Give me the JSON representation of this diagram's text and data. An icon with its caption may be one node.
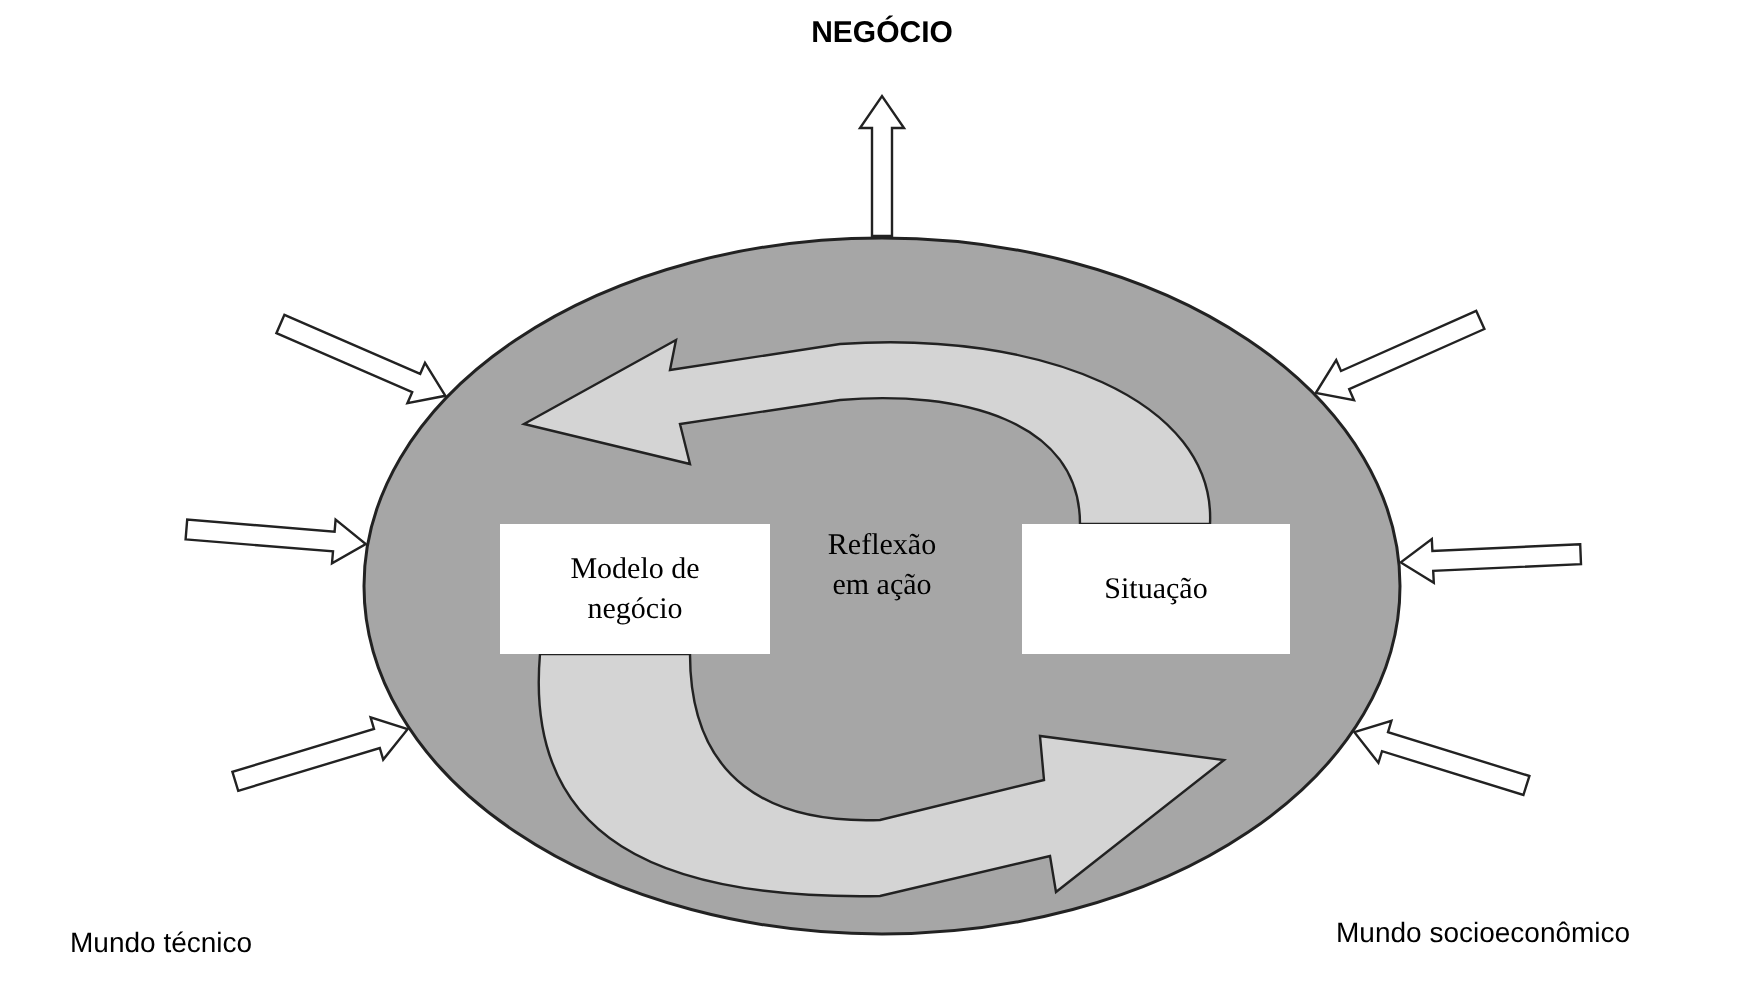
{
  "diagram": {
    "nodes": [
      {
        "text": [
          "Reflexão em ação"
        ]
      },
      {
        "text": [
          "Modelo de negócio"
        ],
        "in": 0
      },
      {
        "text": [
          "Situação"
        ],
        "in": 0
      },
      {
        "text": [
          "NEGÓCIO"
        ]
      }
    ],
    "edges": [
      {
        "from": 0,
        "to": 3,
        "arrow": "to"
      },
      {
        "from": 2,
        "to": 1,
        "arrow": "to"
      },
      {
        "from": 1,
        "to": 2,
        "arrow": "to"
      },
      {
        "from": null,
        "to": 0,
        "arrow": "to"
      },
      {
        "from": null,
        "to": 0,
        "arrow": "to"
      },
      {
        "from": null,
        "to": 0,
        "arrow": "to"
      },
      {
        "from": null,
        "to": 0,
        "arrow": "to"
      },
      {
        "from": null,
        "to": 0,
        "arrow": "to"
      },
      {
        "from": null,
        "to": 0,
        "arrow": "to"
      }
    ],
    "labels": [
      "Mundo técnico",
      "Mundo socioeconômico"
    ]
  }
}
